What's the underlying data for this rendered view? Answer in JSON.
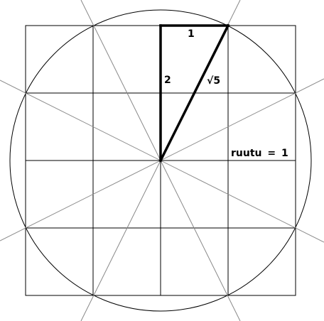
{
  "labels": {
    "side_top": "1",
    "side_left": "2",
    "hypotenuse": "√5",
    "legend": "ruutu = 1"
  },
  "grid": {
    "cells": 4,
    "unit": 1
  },
  "triangle": {
    "legs": [
      1,
      2
    ],
    "hypotenuse": "√5"
  },
  "colors": {
    "line": "#000000",
    "background": "#ffffff"
  }
}
